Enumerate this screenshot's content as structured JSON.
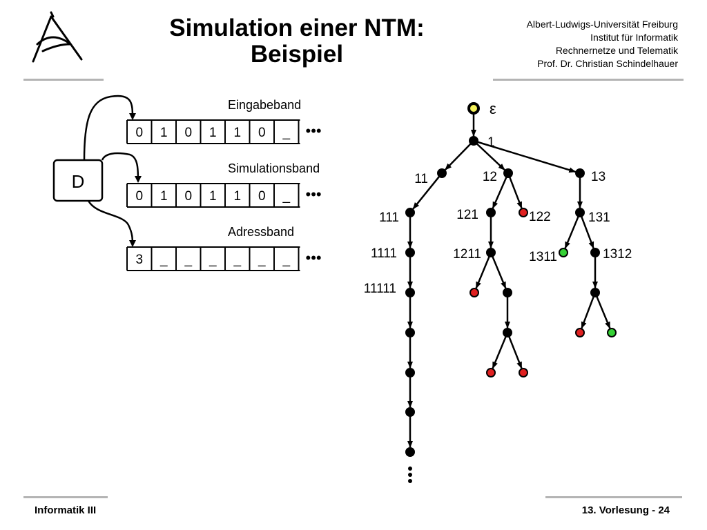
{
  "slide": {
    "title_line1": "Simulation einer NTM:",
    "title_line2": "Beispiel",
    "institution": [
      "Albert-Ludwigs-Universität Freiburg",
      "Institut für Informatik",
      "Rechnernetze und Telematik",
      "Prof. Dr. Christian Schindelhauer"
    ],
    "footer_left": "Informatik III",
    "footer_right": "13. Vorlesung - 24"
  },
  "machine": {
    "box_label": "D",
    "tapes": [
      {
        "label": "Eingabeband",
        "cells": [
          "0",
          "1",
          "0",
          "1",
          "1",
          "0",
          "_"
        ]
      },
      {
        "label": "Simulationsband",
        "cells": [
          "0",
          "1",
          "0",
          "1",
          "1",
          "0",
          "_"
        ]
      },
      {
        "label": "Adressband",
        "cells": [
          "3",
          "_",
          "_",
          "_",
          "_",
          "_",
          "_"
        ]
      }
    ],
    "continuation": "•••"
  },
  "tree": {
    "nodes": [
      {
        "id": "eps",
        "label": "ε",
        "color": "#f5f25a"
      },
      {
        "id": "n1",
        "label": "1",
        "color": "#000000"
      },
      {
        "id": "n11",
        "label": "11",
        "color": "#000000"
      },
      {
        "id": "n12",
        "label": "12",
        "color": "#000000"
      },
      {
        "id": "n13",
        "label": "13",
        "color": "#000000"
      },
      {
        "id": "n111",
        "label": "111",
        "color": "#000000"
      },
      {
        "id": "n1111",
        "label": "1111",
        "color": "#000000"
      },
      {
        "id": "n11111",
        "label": "11111",
        "color": "#000000"
      },
      {
        "id": "c6",
        "label": "",
        "color": "#000000"
      },
      {
        "id": "c7",
        "label": "",
        "color": "#000000"
      },
      {
        "id": "c8",
        "label": "",
        "color": "#000000"
      },
      {
        "id": "c9",
        "label": "",
        "color": "#000000"
      },
      {
        "id": "n121",
        "label": "121",
        "color": "#000000"
      },
      {
        "id": "n122",
        "label": "122",
        "color": "#e02020"
      },
      {
        "id": "n1211",
        "label": "1211",
        "color": "#000000"
      },
      {
        "id": "r1",
        "label": "",
        "color": "#e02020"
      },
      {
        "id": "b1",
        "label": "",
        "color": "#000000"
      },
      {
        "id": "b2",
        "label": "",
        "color": "#000000"
      },
      {
        "id": "r2",
        "label": "",
        "color": "#e02020"
      },
      {
        "id": "r3",
        "label": "",
        "color": "#e02020"
      },
      {
        "id": "n131",
        "label": "131",
        "color": "#000000"
      },
      {
        "id": "n1311",
        "label": "1311",
        "color": "#35d035"
      },
      {
        "id": "n1312",
        "label": "1312",
        "color": "#000000"
      },
      {
        "id": "b3",
        "label": "",
        "color": "#000000"
      },
      {
        "id": "r4",
        "label": "",
        "color": "#e02020"
      },
      {
        "id": "g2",
        "label": "",
        "color": "#35d035"
      }
    ],
    "edges": [
      [
        "eps",
        "n1"
      ],
      [
        "n1",
        "n11"
      ],
      [
        "n1",
        "n12"
      ],
      [
        "n1",
        "n13"
      ],
      [
        "n11",
        "n111"
      ],
      [
        "n111",
        "n1111"
      ],
      [
        "n1111",
        "n11111"
      ],
      [
        "n11111",
        "c6"
      ],
      [
        "c6",
        "c7"
      ],
      [
        "c7",
        "c8"
      ],
      [
        "c8",
        "c9"
      ],
      [
        "n12",
        "n121"
      ],
      [
        "n12",
        "n122"
      ],
      [
        "n121",
        "n1211"
      ],
      [
        "n1211",
        "r1"
      ],
      [
        "n1211",
        "b1"
      ],
      [
        "b1",
        "b2"
      ],
      [
        "b2",
        "r2"
      ],
      [
        "b2",
        "r3"
      ],
      [
        "n13",
        "n131"
      ],
      [
        "n131",
        "n1311"
      ],
      [
        "n131",
        "n1312"
      ],
      [
        "n1312",
        "b3"
      ],
      [
        "b3",
        "r4"
      ],
      [
        "b3",
        "g2"
      ]
    ]
  }
}
